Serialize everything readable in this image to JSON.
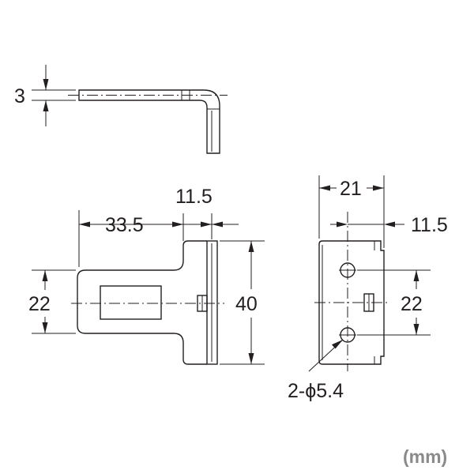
{
  "dimensions": {
    "plate_thickness": "3",
    "overall_length": "33.5",
    "flange_offset": "11.5",
    "slot_height": "22",
    "overall_height": "40",
    "side_width": "21",
    "side_offset": "11.5",
    "hole_pitch": "22",
    "hole_callout": "2-ϕ5.4"
  },
  "units": "(mm)"
}
